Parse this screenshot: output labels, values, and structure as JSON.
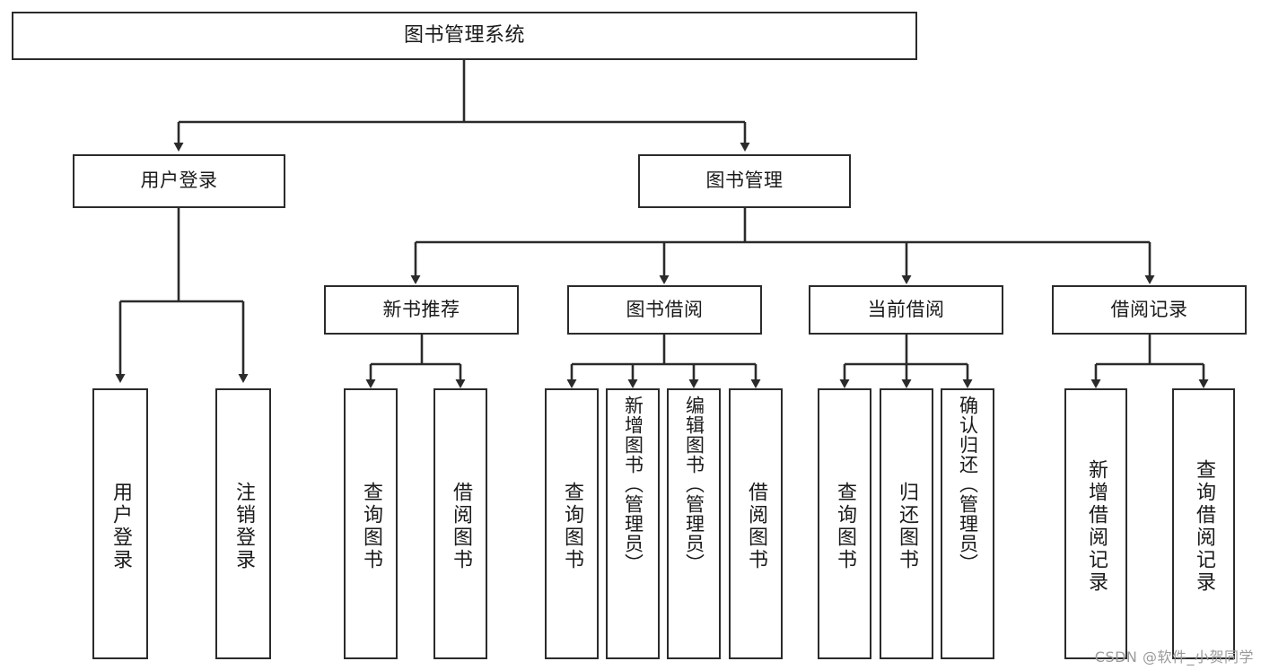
{
  "diagram": {
    "title": "图书管理系统",
    "watermark": "CSDN @软件_小贺同学",
    "colors": {
      "box_border": "#2b2b2b",
      "box_fill": "#ffffff",
      "edge": "#2b2b2b",
      "text": "#1a1a1a",
      "watermark": "#9a9a9a",
      "background": "#ffffff"
    },
    "levels": {
      "root": "图书管理系统",
      "level2": [
        "用户登录",
        "图书管理"
      ],
      "level3": [
        "新书推荐",
        "图书借阅",
        "当前借阅",
        "借阅记录"
      ]
    },
    "nodes": {
      "root": {
        "label": "图书管理系统"
      },
      "user_login": {
        "label": "用户登录"
      },
      "book_manage": {
        "label": "图书管理"
      },
      "new_book_rec": {
        "label": "新书推荐"
      },
      "book_borrow": {
        "label": "图书借阅"
      },
      "current_borrow": {
        "label": "当前借阅"
      },
      "borrow_record": {
        "label": "借阅记录"
      },
      "leaf_user_login": {
        "label": "用户登录"
      },
      "leaf_logout_login": {
        "label": "注销登录"
      },
      "leaf_query_book_1": {
        "label": "查询图书"
      },
      "leaf_borrow_book_1": {
        "label": "借阅图书"
      },
      "leaf_query_book_2": {
        "label": "查询图书"
      },
      "leaf_add_book_admin": {
        "label": "新增图书（管理员）"
      },
      "leaf_edit_book_admin": {
        "label": "编辑图书（管理员）"
      },
      "leaf_borrow_book_2": {
        "label": "借阅图书"
      },
      "leaf_query_book_3": {
        "label": "查询图书"
      },
      "leaf_return_book": {
        "label": "归还图书"
      },
      "leaf_confirm_return_admin": {
        "label": "确认归还（管理员）"
      },
      "leaf_add_borrow_record": {
        "label": "新增借阅记录"
      },
      "leaf_query_borrow_record": {
        "label": "查询借阅记录"
      }
    },
    "tree": [
      {
        "label": "图书管理系统",
        "children": [
          {
            "label": "用户登录",
            "children": [
              {
                "label": "用户登录"
              },
              {
                "label": "注销登录"
              }
            ]
          },
          {
            "label": "图书管理",
            "children": [
              {
                "label": "新书推荐",
                "children": [
                  {
                    "label": "查询图书"
                  },
                  {
                    "label": "借阅图书"
                  }
                ]
              },
              {
                "label": "图书借阅",
                "children": [
                  {
                    "label": "查询图书"
                  },
                  {
                    "label": "新增图书（管理员）"
                  },
                  {
                    "label": "编辑图书（管理员）"
                  },
                  {
                    "label": "借阅图书"
                  }
                ]
              },
              {
                "label": "当前借阅",
                "children": [
                  {
                    "label": "查询图书"
                  },
                  {
                    "label": "归还图书"
                  },
                  {
                    "label": "确认归还（管理员）"
                  }
                ]
              },
              {
                "label": "借阅记录",
                "children": [
                  {
                    "label": "新增借阅记录"
                  },
                  {
                    "label": "查询借阅记录"
                  }
                ]
              }
            ]
          }
        ]
      }
    ]
  }
}
